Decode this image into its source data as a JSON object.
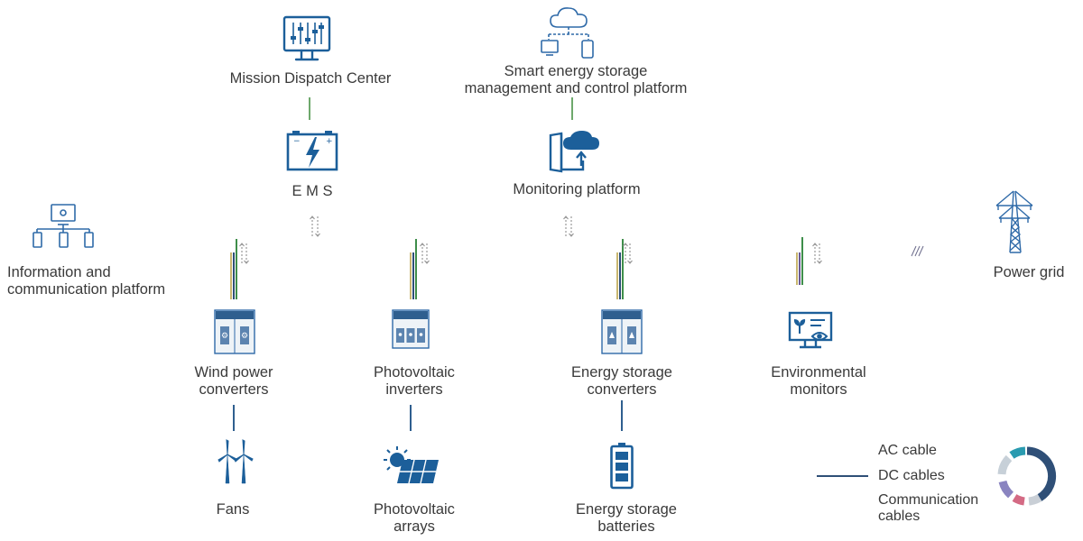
{
  "nodes": {
    "mission": {
      "label": "Mission Dispatch Center",
      "icon": "dispatch-monitor-icon"
    },
    "platform": {
      "label_line1": "Smart energy storage",
      "label_line2": "management and control platform",
      "icon": "cloud-devices-icon"
    },
    "ems": {
      "label": "E M S",
      "icon": "battery-bolt-icon"
    },
    "monitoring": {
      "label": "Monitoring platform",
      "icon": "cloud-monitor-icon"
    },
    "info": {
      "label_line1": "Information and",
      "label_line2": "communication platform",
      "icon": "network-hub-icon"
    },
    "grid": {
      "label": "Power grid",
      "icon": "transmission-tower-icon"
    },
    "wind_conv": {
      "label_line1": "Wind power",
      "label_line2": "converters",
      "icon": "cabinet-icon"
    },
    "pv_inv": {
      "label_line1": "Photovoltaic",
      "label_line2": "inverters",
      "icon": "cabinet-icon"
    },
    "es_conv": {
      "label_line1": "Energy storage",
      "label_line2": "converters",
      "icon": "cabinet-icon"
    },
    "env": {
      "label_line1": "Environmental",
      "label_line2": "monitors",
      "icon": "environment-monitor-icon"
    },
    "fans": {
      "label": "Fans",
      "icon": "wind-turbine-icon"
    },
    "pv_arr": {
      "label_line1": "Photovoltaic",
      "label_line2": "arrays",
      "icon": "solar-panel-icon"
    },
    "es_bat": {
      "label_line1": "Energy storage",
      "label_line2": "batteries",
      "icon": "battery-icon"
    }
  },
  "legend": {
    "ac": {
      "label": "AC cable"
    },
    "dc": {
      "label": "DC cables"
    },
    "comm": {
      "label_line1": "Communication",
      "label_line2": "cables"
    }
  },
  "colors": {
    "accent": "#1c5f9a",
    "ac_cable": "#c9b770",
    "dc_cable": "#2f4f77",
    "comm_cable": "#3e8e4a",
    "comm_cable_light": "#7fc4c8",
    "arrow_gray": "#9a9a9a"
  }
}
